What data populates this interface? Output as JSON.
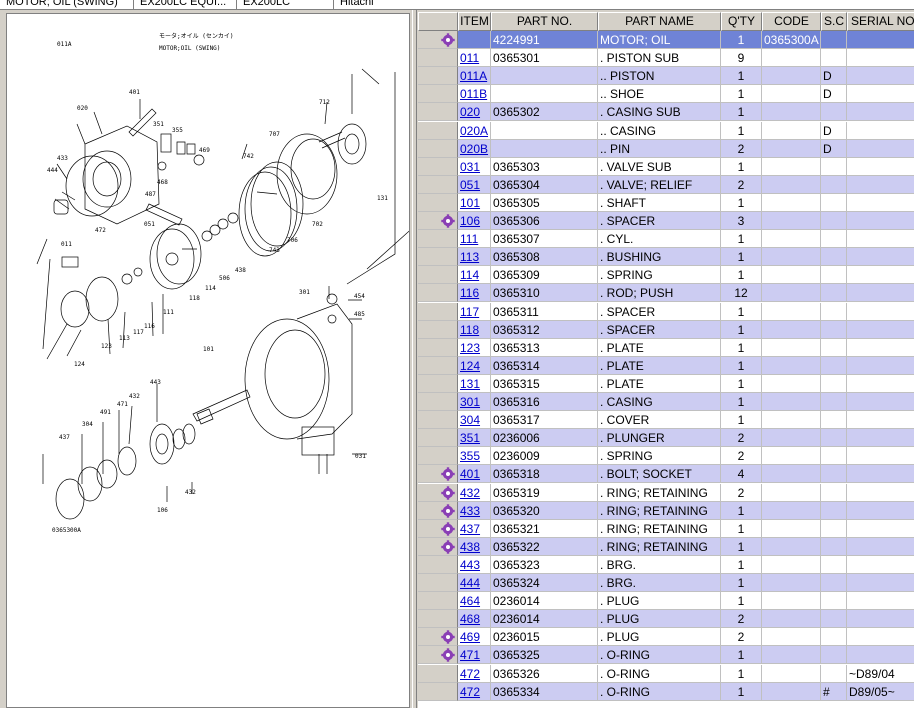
{
  "top_tabs": [
    "MOTOR; OIL (SWING)",
    "EX200LC EQUI...",
    "EX200LC",
    "Hitachi"
  ],
  "drawing": {
    "ref_code": "011A",
    "title_jp": "モータ;オイル (センカイ)",
    "title_en": "MOTOR;OIL (SWING)",
    "footer_code": "0365300A",
    "callouts": [
      "401",
      "020",
      "351",
      "355",
      "468",
      "469",
      "707",
      "712",
      "742",
      "433",
      "444",
      "472",
      "487",
      "051",
      "702",
      "131",
      "706",
      "743",
      "011",
      "438",
      "506",
      "114",
      "116",
      "118",
      "117",
      "113",
      "111",
      "123",
      "124",
      "301",
      "454",
      "485",
      "101",
      "443",
      "432",
      "471",
      "491",
      "304",
      "437",
      "106",
      "031"
    ]
  },
  "columns": {
    "item": "ITEM",
    "part_no": "PART NO.",
    "part_name": "PART NAME",
    "qty": "Q'TY",
    "code": "CODE",
    "sc": "S.C",
    "serial": "SERIAL NO"
  },
  "rows": [
    {
      "item": "",
      "part_no": "4224991",
      "name": "MOTOR; OIL",
      "qty": "1",
      "code": "0365300A",
      "sc": "",
      "serial": "",
      "icon": true,
      "selected": true
    },
    {
      "item": "011",
      "part_no": "0365301",
      "name": ". PISTON SUB",
      "qty": "9",
      "code": "",
      "sc": "",
      "serial": ""
    },
    {
      "item": "011A",
      "part_no": "",
      "name": ".. PISTON",
      "qty": "1",
      "code": "",
      "sc": "D",
      "serial": ""
    },
    {
      "item": "011B",
      "part_no": "",
      "name": ".. SHOE",
      "qty": "1",
      "code": "",
      "sc": "D",
      "serial": ""
    },
    {
      "item": "020",
      "part_no": "0365302",
      "name": ". CASING SUB",
      "qty": "1",
      "code": "",
      "sc": "",
      "serial": ""
    },
    {
      "item": "020A",
      "part_no": "",
      "name": ".. CASING",
      "qty": "1",
      "code": "",
      "sc": "D",
      "serial": ""
    },
    {
      "item": "020B",
      "part_no": "",
      "name": ".. PIN",
      "qty": "2",
      "code": "",
      "sc": "D",
      "serial": ""
    },
    {
      "item": "031",
      "part_no": "0365303",
      "name": ". VALVE SUB",
      "qty": "1",
      "code": "",
      "sc": "",
      "serial": ""
    },
    {
      "item": "051",
      "part_no": "0365304",
      "name": ". VALVE; RELIEF",
      "qty": "2",
      "code": "",
      "sc": "",
      "serial": ""
    },
    {
      "item": "101",
      "part_no": "0365305",
      "name": ". SHAFT",
      "qty": "1",
      "code": "",
      "sc": "",
      "serial": ""
    },
    {
      "item": "106",
      "part_no": "0365306",
      "name": ". SPACER",
      "qty": "3",
      "code": "",
      "sc": "",
      "serial": "",
      "icon": true
    },
    {
      "item": "111",
      "part_no": "0365307",
      "name": ". CYL.",
      "qty": "1",
      "code": "",
      "sc": "",
      "serial": ""
    },
    {
      "item": "113",
      "part_no": "0365308",
      "name": ". BUSHING",
      "qty": "1",
      "code": "",
      "sc": "",
      "serial": ""
    },
    {
      "item": "114",
      "part_no": "0365309",
      "name": ". SPRING",
      "qty": "1",
      "code": "",
      "sc": "",
      "serial": ""
    },
    {
      "item": "116",
      "part_no": "0365310",
      "name": ". ROD; PUSH",
      "qty": "12",
      "code": "",
      "sc": "",
      "serial": ""
    },
    {
      "item": "117",
      "part_no": "0365311",
      "name": ". SPACER",
      "qty": "1",
      "code": "",
      "sc": "",
      "serial": ""
    },
    {
      "item": "118",
      "part_no": "0365312",
      "name": ". SPACER",
      "qty": "1",
      "code": "",
      "sc": "",
      "serial": ""
    },
    {
      "item": "123",
      "part_no": "0365313",
      "name": ". PLATE",
      "qty": "1",
      "code": "",
      "sc": "",
      "serial": ""
    },
    {
      "item": "124",
      "part_no": "0365314",
      "name": ". PLATE",
      "qty": "1",
      "code": "",
      "sc": "",
      "serial": ""
    },
    {
      "item": "131",
      "part_no": "0365315",
      "name": ". PLATE",
      "qty": "1",
      "code": "",
      "sc": "",
      "serial": ""
    },
    {
      "item": "301",
      "part_no": "0365316",
      "name": ". CASING",
      "qty": "1",
      "code": "",
      "sc": "",
      "serial": ""
    },
    {
      "item": "304",
      "part_no": "0365317",
      "name": ". COVER",
      "qty": "1",
      "code": "",
      "sc": "",
      "serial": ""
    },
    {
      "item": "351",
      "part_no": "0236006",
      "name": ". PLUNGER",
      "qty": "2",
      "code": "",
      "sc": "",
      "serial": ""
    },
    {
      "item": "355",
      "part_no": "0236009",
      "name": ". SPRING",
      "qty": "2",
      "code": "",
      "sc": "",
      "serial": ""
    },
    {
      "item": "401",
      "part_no": "0365318",
      "name": ". BOLT; SOCKET",
      "qty": "4",
      "code": "",
      "sc": "",
      "serial": "",
      "icon": true
    },
    {
      "item": "432",
      "part_no": "0365319",
      "name": ". RING; RETAINING",
      "qty": "2",
      "code": "",
      "sc": "",
      "serial": "",
      "icon": true
    },
    {
      "item": "433",
      "part_no": "0365320",
      "name": ". RING; RETAINING",
      "qty": "1",
      "code": "",
      "sc": "",
      "serial": "",
      "icon": true
    },
    {
      "item": "437",
      "part_no": "0365321",
      "name": ". RING; RETAINING",
      "qty": "1",
      "code": "",
      "sc": "",
      "serial": "",
      "icon": true
    },
    {
      "item": "438",
      "part_no": "0365322",
      "name": ". RING; RETAINING",
      "qty": "1",
      "code": "",
      "sc": "",
      "serial": "",
      "icon": true
    },
    {
      "item": "443",
      "part_no": "0365323",
      "name": ". BRG.",
      "qty": "1",
      "code": "",
      "sc": "",
      "serial": ""
    },
    {
      "item": "444",
      "part_no": "0365324",
      "name": ". BRG.",
      "qty": "1",
      "code": "",
      "sc": "",
      "serial": ""
    },
    {
      "item": "464",
      "part_no": "0236014",
      "name": ". PLUG",
      "qty": "1",
      "code": "",
      "sc": "",
      "serial": ""
    },
    {
      "item": "468",
      "part_no": "0236014",
      "name": ". PLUG",
      "qty": "2",
      "code": "",
      "sc": "",
      "serial": ""
    },
    {
      "item": "469",
      "part_no": "0236015",
      "name": ". PLUG",
      "qty": "2",
      "code": "",
      "sc": "",
      "serial": "",
      "icon": true
    },
    {
      "item": "471",
      "part_no": "0365325",
      "name": ". O-RING",
      "qty": "1",
      "code": "",
      "sc": "",
      "serial": "",
      "icon": true
    },
    {
      "item": "472",
      "part_no": "0365326",
      "name": ". O-RING",
      "qty": "1",
      "code": "",
      "sc": "",
      "serial": "~D89/04"
    },
    {
      "item": "472",
      "part_no": "0365334",
      "name": ". O-RING",
      "qty": "1",
      "code": "",
      "sc": "#",
      "serial": "D89/05~"
    }
  ],
  "icon_name": "gear-icon",
  "colors": {
    "selected_row": "#6f83d6",
    "alt_row": "#ccccf2",
    "link": "#0000cc",
    "icon": "#8a3fb5"
  }
}
